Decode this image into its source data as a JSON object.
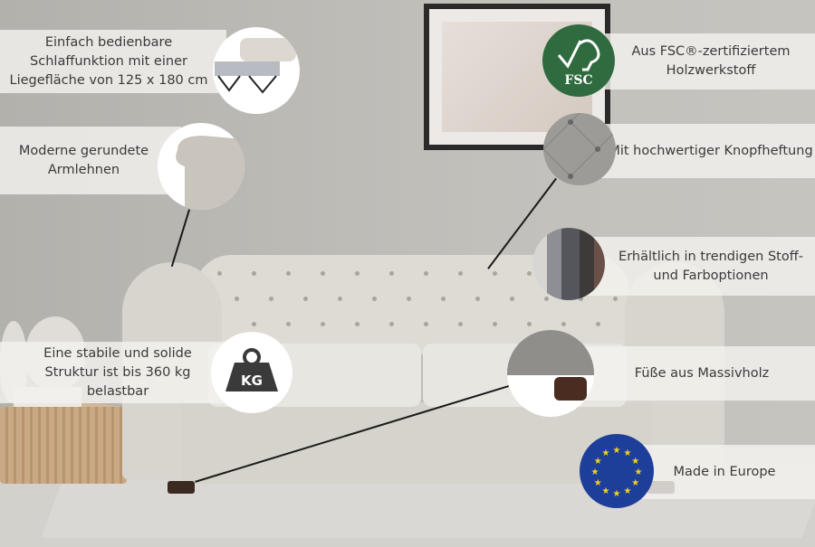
{
  "features": [
    {
      "text": "Einfach bedienbare Schlaffunktion mit einer Liegefläche von 125 x 180 cm",
      "icon": "sofa-bed-icon"
    },
    {
      "text": "Moderne gerundete Armlehnen",
      "icon": "armrest-icon"
    },
    {
      "text": "Eine stabile und solide Struktur ist bis 360 kg belastbar",
      "icon": "weight-icon",
      "icon_label": "KG"
    },
    {
      "text": "Aus FSC®-zertifiziertem Holzwerkstoff",
      "icon": "fsc-logo-icon",
      "icon_label": "FSC"
    },
    {
      "text": "Mit hochwertiger Knopfheftung",
      "icon": "button-tufting-icon"
    },
    {
      "text": "Erhältlich in trendigen Stoff- und Farboptionen",
      "icon": "fabric-swatches-icon"
    },
    {
      "text": "Füße aus Massivholz",
      "icon": "wooden-foot-icon"
    },
    {
      "text": "Made in Europe",
      "icon": "eu-flag-icon"
    }
  ],
  "colors": {
    "fsc_green": "#2f6b3f",
    "eu_blue": "#1d3f9a",
    "eu_star": "#f5d21c"
  }
}
